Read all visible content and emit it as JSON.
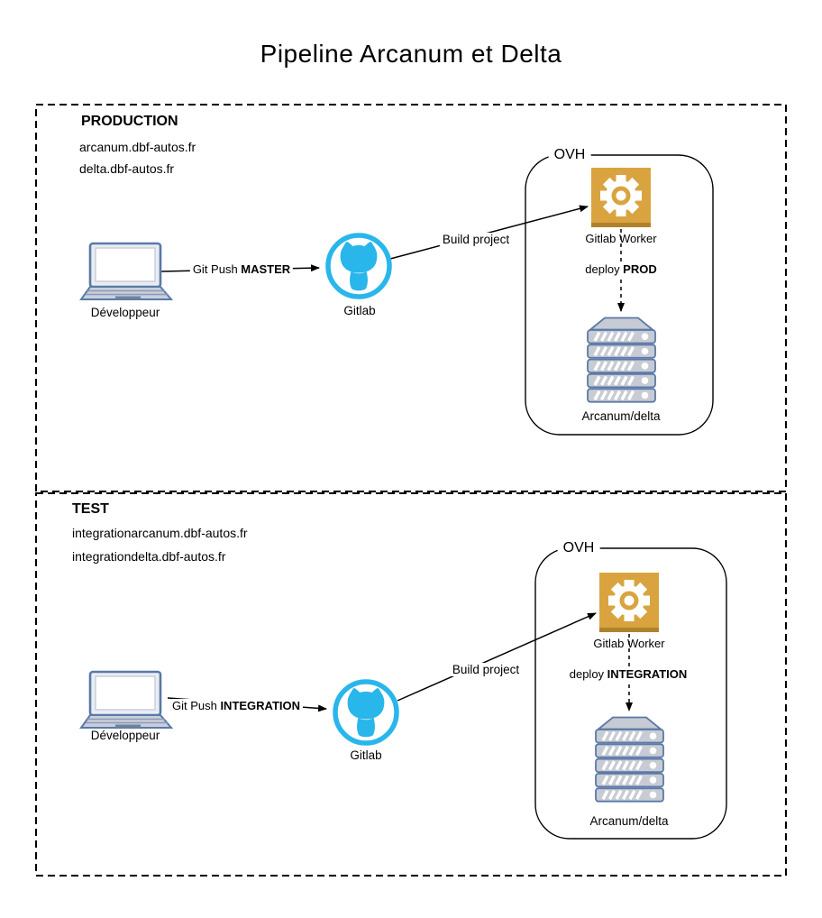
{
  "title": "Pipeline Arcanum et Delta",
  "production": {
    "section_label": "PRODUCTION",
    "domains": [
      "arcanum.dbf-autos.fr",
      "delta.dbf-autos.fr"
    ],
    "developer_label": "Développeur",
    "git_push_prefix": "Git Push ",
    "git_push_branch": "MASTER",
    "gitlab_label": "Gitlab",
    "build_label": "Build project",
    "cloud_label": "OVH",
    "worker_label": "Gitlab Worker",
    "deploy_prefix": "deploy ",
    "deploy_branch": "PROD",
    "server_label": "Arcanum/delta"
  },
  "test": {
    "section_label": "TEST",
    "domains": [
      "integrationarcanum.dbf-autos.fr",
      "integrationdelta.dbf-autos.fr"
    ],
    "developer_label": "Développeur",
    "git_push_prefix": "Git Push ",
    "git_push_branch": "INTEGRATION",
    "gitlab_label": "Gitlab",
    "build_label": "Build project",
    "cloud_label": "OVH",
    "worker_label": "Gitlab Worker",
    "deploy_prefix": "deploy ",
    "deploy_branch": "INTEGRATION",
    "server_label": "Arcanum/delta"
  },
  "colors": {
    "gitlab_cyan": "#29B6EA",
    "worker_gold": "#D9A43F",
    "worker_gold_dark": "#B0812C",
    "device_border_blue": "#5B79A8",
    "device_gray": "#C9CFDC",
    "line_black": "#000000"
  }
}
